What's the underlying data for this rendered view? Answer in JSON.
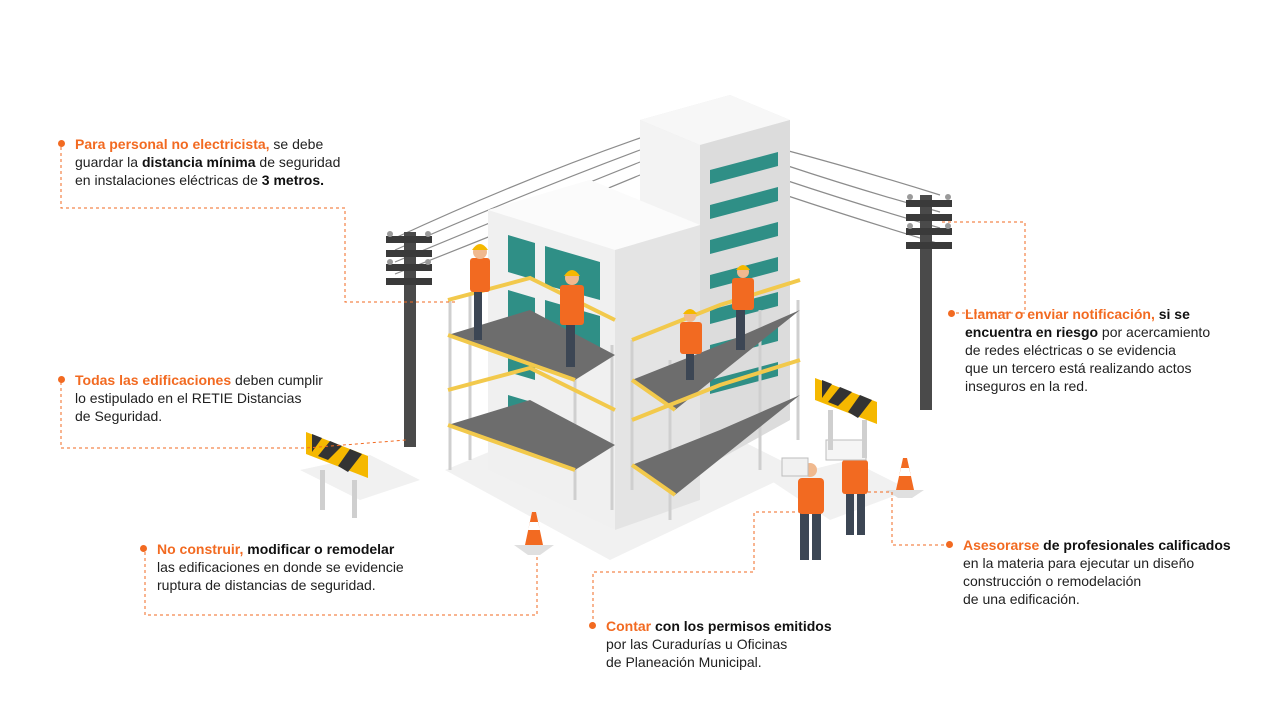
{
  "colors": {
    "accent": "#f26a21",
    "helmet": "#f5b800",
    "vest": "#f26a21",
    "scaffold_rail": "#f2c94c",
    "building": "#eeeeee",
    "window": "#2f8f86",
    "pole": "#4a4a4a"
  },
  "callouts": {
    "c1": {
      "l1_orange": "Para personal no electricista,",
      "l1_text": " se debe",
      "l2_text": "guardar la ",
      "l2_bold": "distancia mínima",
      "l2_text2": " de seguridad",
      "l3_text": "en instalaciones eléctricas de ",
      "l3_bold": "3 metros."
    },
    "c2": {
      "l1_orange": "Todas las edificaciones",
      "l1_text": " deben cumplir",
      "l2_text": "lo estipulado en el RETIE Distancias",
      "l3_text": "de Seguridad."
    },
    "c3": {
      "l1_orange": "No construir,",
      "l1_bold": " modificar o remodelar",
      "l2_text": "las edificaciones en donde se evidencie",
      "l3_text": "ruptura de distancias de seguridad."
    },
    "c4": {
      "l1_orange": "Contar",
      "l1_bold": " con los permisos emitidos",
      "l2_text": "por las Curadurías u Oficinas",
      "l3_text": "de Planeación Municipal."
    },
    "c5": {
      "l1_orange": "Asesorarse",
      "l1_bold": " de profesionales calificados",
      "l2_text": "en la materia para ejecutar un diseño",
      "l3_text": "construcción o remodelación",
      "l4_text": "de una edificación."
    },
    "c6": {
      "l1_orange": "Llamar o enviar notificación,",
      "l1_bold": " si se",
      "l2_bold": "encuentra en riesgo",
      "l2_text": " por acercamiento",
      "l3_text": "de redes eléctricas o se evidencia",
      "l4_text": "que un tercero está realizando actos",
      "l5_text": "inseguros en la red."
    }
  }
}
